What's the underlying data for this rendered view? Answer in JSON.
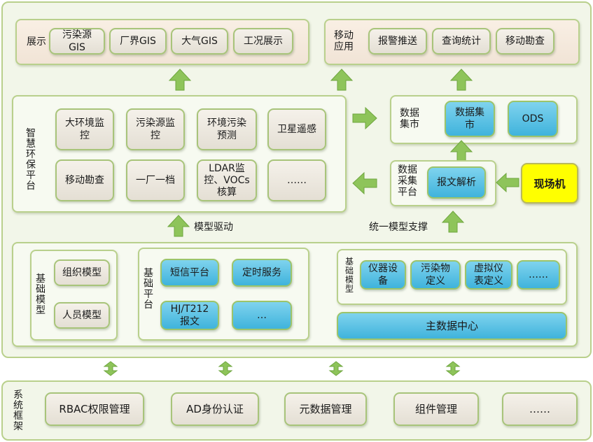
{
  "display": {
    "label": "展示",
    "items": [
      "污染源\nGIS",
      "厂界GIS",
      "大气GIS",
      "工况展示"
    ]
  },
  "mobile": {
    "label": "移动\n应用",
    "items": [
      "报警推送",
      "查询统计",
      "移动勘查"
    ]
  },
  "smart_platform": {
    "label": "智慧环保平台",
    "items": [
      "大环境监\n控",
      "污染源监\n控",
      "环境污染\n预测",
      "卫星遥感",
      "移动勘查",
      "一厂一档",
      "LDAR监\n控、VOCs\n核算",
      "……"
    ]
  },
  "data_mart": {
    "label": "数据\n集市",
    "items": [
      "数据集\n市",
      "ODS"
    ]
  },
  "data_collect": {
    "label": "数据\n采集\n平台",
    "item": "报文解析"
  },
  "field_machine": "现场机",
  "model_driven": "模型驱动",
  "unified_model": "统一模型支撑",
  "base_model": {
    "label": "基础模型",
    "items": [
      "组织模型",
      "人员模型"
    ]
  },
  "base_platform": {
    "label": "基础平台",
    "items": [
      "短信平台",
      "定时服务",
      "HJ/T212\n报文",
      "…"
    ]
  },
  "base_model_right": {
    "label": "基础模型",
    "items": [
      "仪器设\n备",
      "污染物\n定义",
      "虚拟仪\n表定义",
      "……"
    ]
  },
  "master_data": "主数据中心",
  "system_framework": {
    "label": "系统框架",
    "items": [
      "RBAC权限管理",
      "AD身份认证",
      "元数据管理",
      "组件管理",
      "……"
    ]
  },
  "colors": {
    "border_green": "#b9d08c",
    "arrow_green": "#8ec45a",
    "blue_button": "#3fb3dc",
    "yellow": "#ffff00"
  }
}
